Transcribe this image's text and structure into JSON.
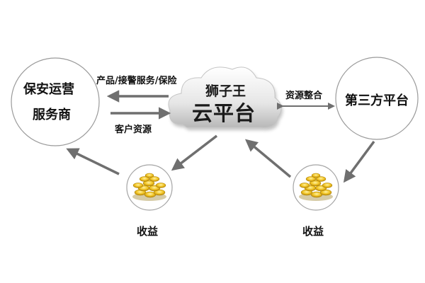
{
  "nodes": {
    "security_operator": {
      "line1": "保安运营",
      "line2": "服务商"
    },
    "cloud": {
      "top": "狮子王",
      "main": "云平台"
    },
    "third_party": {
      "label": "第三方平台"
    }
  },
  "edges": {
    "products_services": "产品/接警服务/保险",
    "customer_resources": "客户资源",
    "resource_integration": "资源整合"
  },
  "incomes": {
    "left": "收益",
    "right": "收益"
  }
}
